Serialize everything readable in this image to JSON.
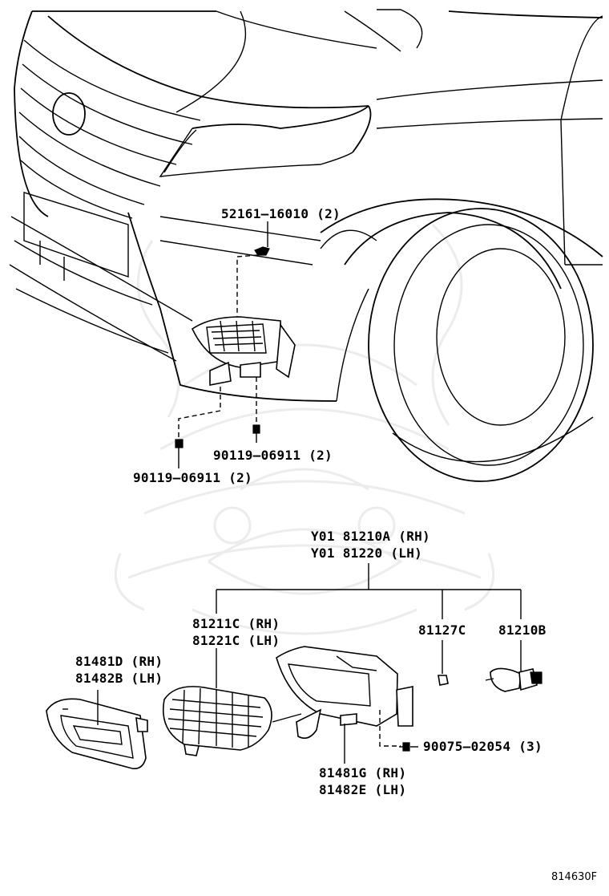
{
  "callouts": {
    "clip_top": "52161–16010 (2)",
    "screw_center": "90119–06911 (2)",
    "screw_left": "90119–06911 (2)",
    "assembly_rh": "Y01 81210A (RH)",
    "assembly_lh": "Y01 81220 (LH)",
    "lens_rh": "81211C (RH)",
    "lens_lh": "81221C (LH)",
    "part_81127c": "81127C",
    "bulb": "81210B",
    "cover_rh": "81481D (RH)",
    "cover_lh": "81482B (LH)",
    "bracket_rh": "81481G (RH)",
    "bracket_lh": "81482E (LH)",
    "screw_bottom": "90075–02054 (3)"
  },
  "reference": "814630F"
}
